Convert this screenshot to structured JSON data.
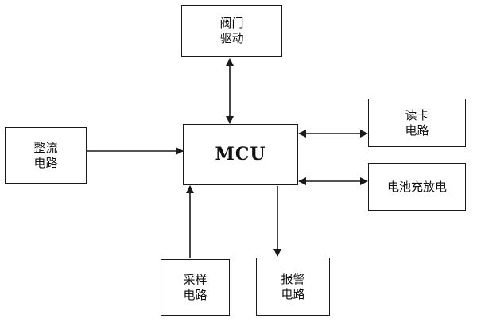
{
  "blocks": {
    "valve_driver": {
      "lines": [
        "阀门",
        "驱动"
      ]
    },
    "mcu": {
      "label": "MCU"
    },
    "rectifier": {
      "lines": [
        "整流",
        "电路"
      ]
    },
    "card_reader": {
      "lines": [
        "读卡",
        "电路"
      ]
    },
    "battery_charge": {
      "label": "电池充放电"
    },
    "sampling": {
      "lines": [
        "采样",
        "电路"
      ]
    },
    "alarm": {
      "lines": [
        "报警",
        "电路"
      ]
    }
  },
  "connections": [
    {
      "from": "valve_driver",
      "to": "mcu",
      "direction": "bidirectional"
    },
    {
      "from": "rectifier",
      "to": "mcu",
      "direction": "one-way"
    },
    {
      "from": "card_reader",
      "to": "mcu",
      "direction": "bidirectional"
    },
    {
      "from": "battery_charge",
      "to": "mcu",
      "direction": "bidirectional"
    },
    {
      "from": "sampling",
      "to": "mcu",
      "direction": "one-way"
    },
    {
      "from": "mcu",
      "to": "alarm",
      "direction": "one-way"
    }
  ],
  "colors": {
    "line": "#1a1a1a",
    "text": "#111111",
    "background": "#ffffff"
  }
}
